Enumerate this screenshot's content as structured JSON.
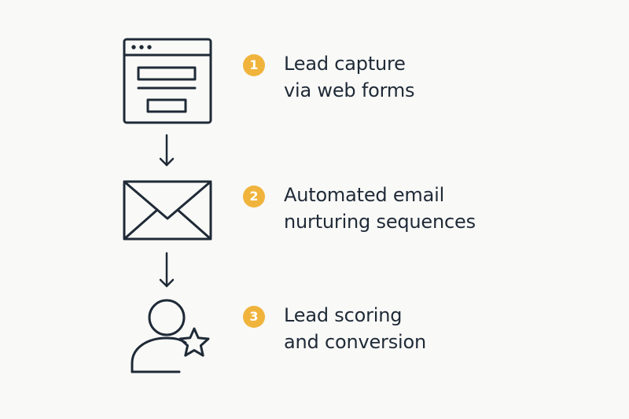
{
  "colors": {
    "stroke": "#1f2a37",
    "badge": "#f0b43c",
    "badge_text": "#ffffff",
    "text": "#1f2a37",
    "background": "#f9f9f7"
  },
  "steps": [
    {
      "number": "1",
      "icon": "browser-form-icon",
      "lines": [
        "Lead capture",
        "via web forms"
      ]
    },
    {
      "number": "2",
      "icon": "envelope-icon",
      "lines": [
        "Automated email",
        "nurturing sequences"
      ]
    },
    {
      "number": "3",
      "icon": "user-star-icon",
      "lines": [
        "Lead scoring",
        "and conversion"
      ]
    }
  ]
}
